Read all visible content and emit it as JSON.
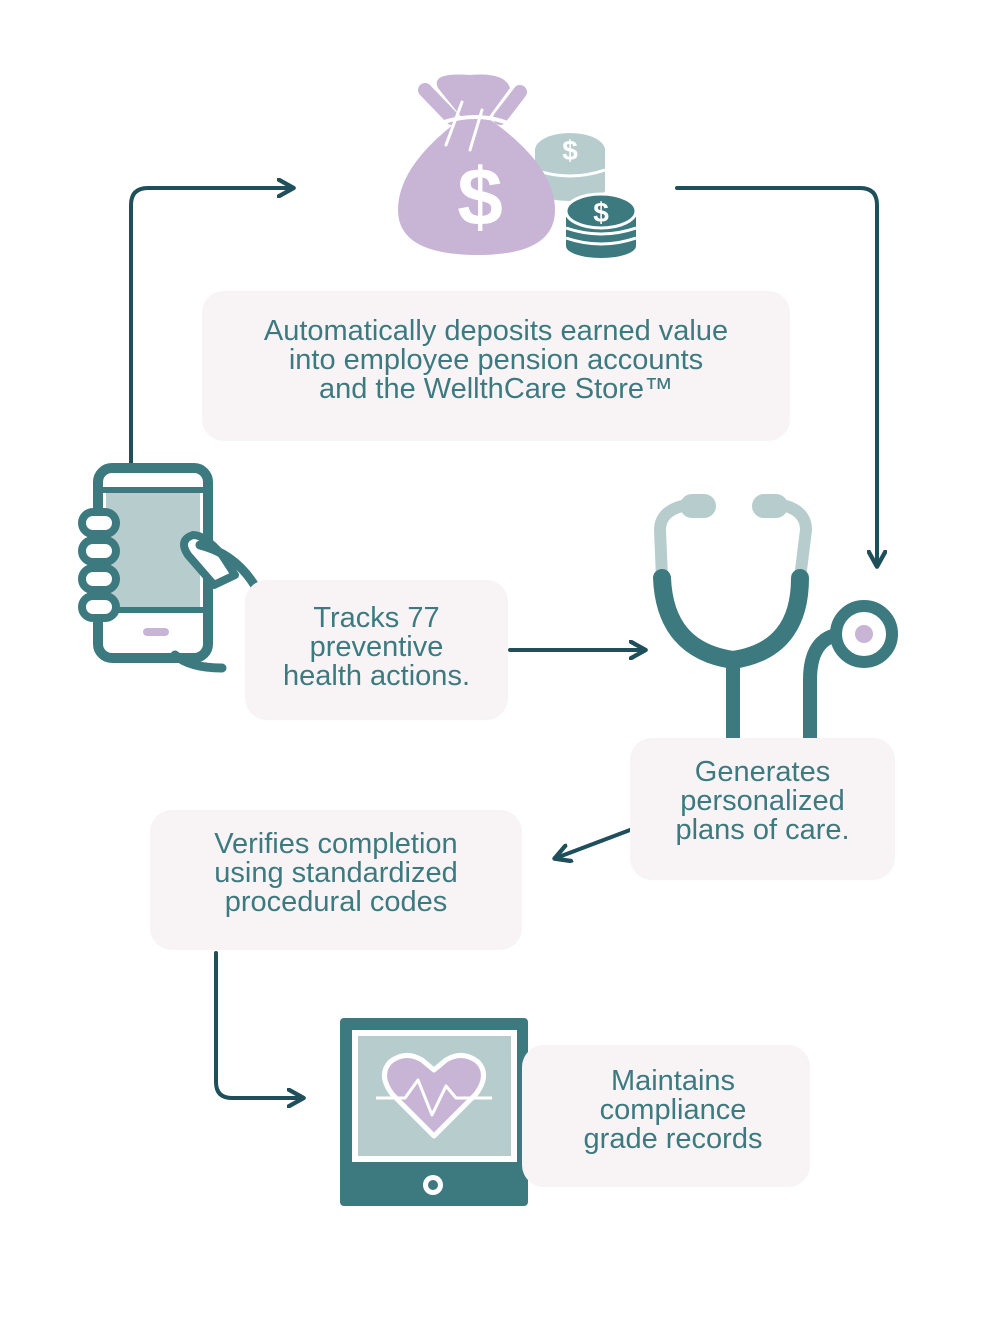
{
  "colors": {
    "teal": "#3d7a80",
    "arrow": "#1f4f5a",
    "light_teal": "#b7cdcd",
    "lavender": "#c8b5d6",
    "box_bg": "#f8f4f6"
  },
  "icons": {
    "money": "money-bag-with-coins-icon",
    "phone": "hand-holding-smartphone-icon",
    "stethoscope": "stethoscope-icon",
    "tablet": "tablet-heart-monitor-icon"
  },
  "steps": {
    "deposits": "Automatically deposits earned value\ninto employee pension accounts\nand the WellthCare Store™",
    "tracks": "Tracks 77\npreventive\nhealth actions.",
    "generates": "Generates\npersonalized\nplans of care.",
    "verifies": "Verifies completion\nusing standardized\nprocedural codes",
    "maintains": "Maintains\ncompliance\ngrade records"
  }
}
